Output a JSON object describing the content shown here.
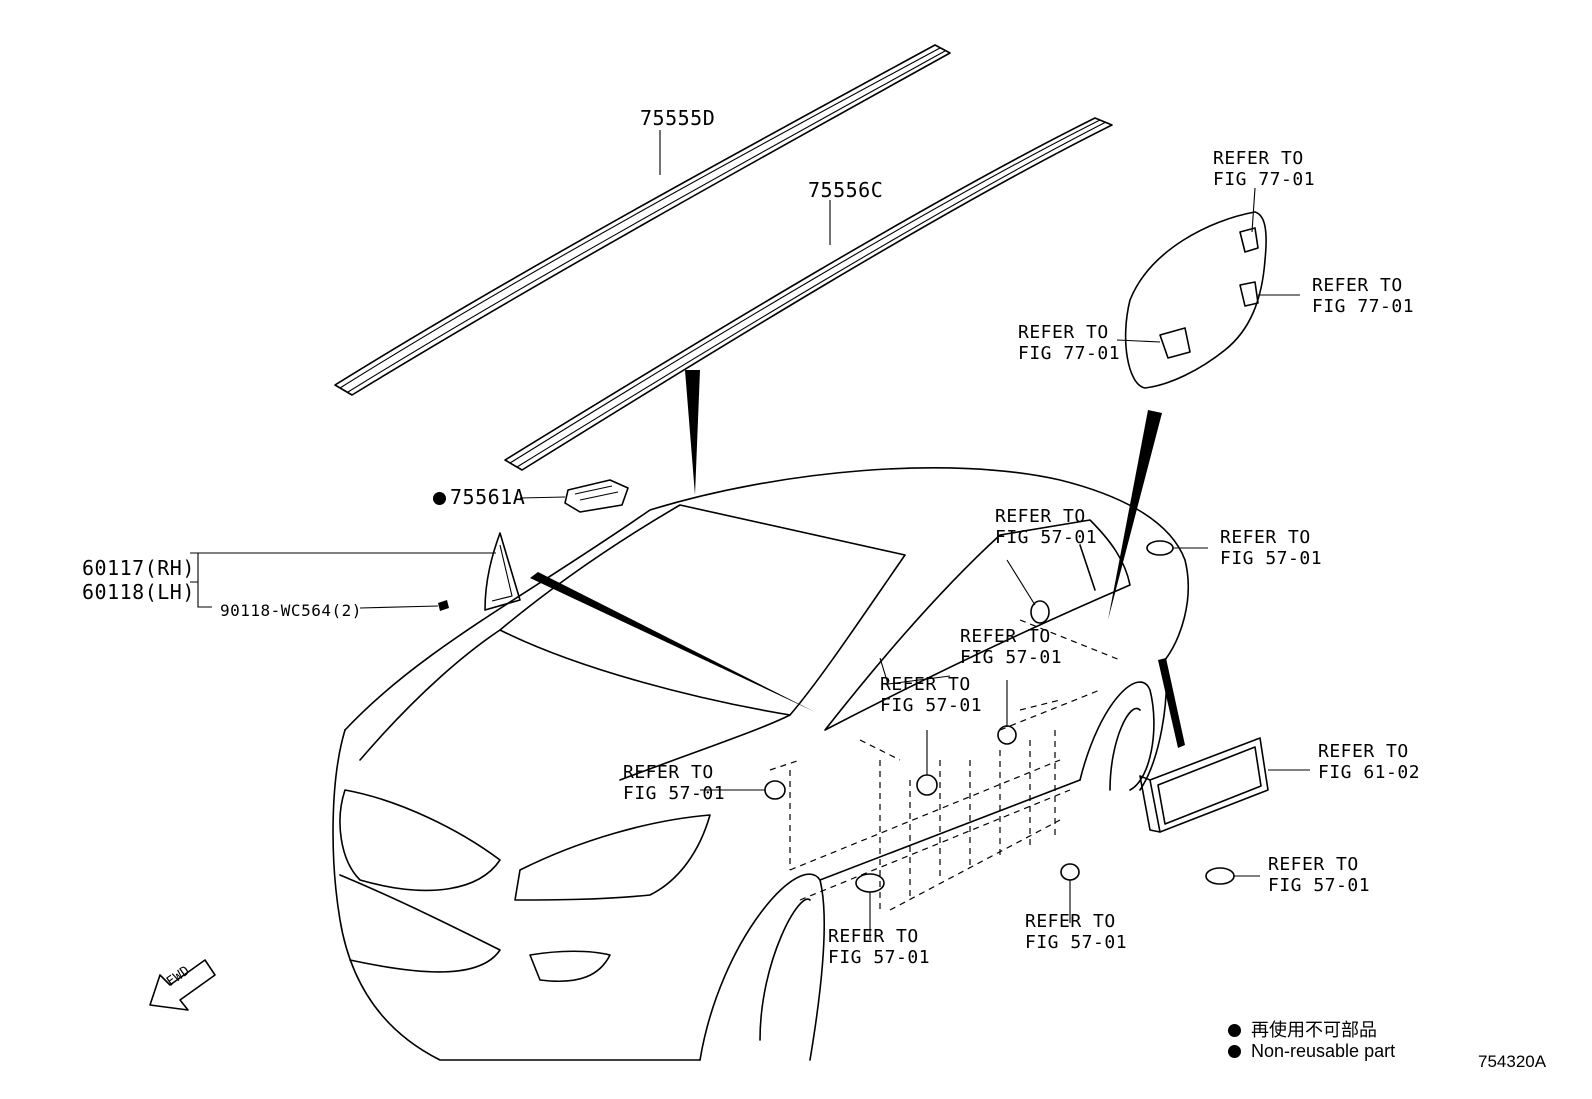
{
  "diagram": {
    "parts": {
      "roof_molding_rh": "75555D",
      "roof_molding_lh": "75556C",
      "clip": "75561A",
      "cover_rh": "60117(RH)",
      "cover_lh": "60118(LH)",
      "screw": "90118-WC564(2)"
    },
    "refs": {
      "refer_to": "REFER TO",
      "fig_77": "FIG 77-01",
      "fig_57": "FIG 57-01",
      "fig_61": "FIG 61-02"
    },
    "legend": {
      "jp": "再使用不可部品",
      "en": "Non-reusable part"
    },
    "arrow_label": "FWD",
    "drawing_code": "754320A"
  }
}
